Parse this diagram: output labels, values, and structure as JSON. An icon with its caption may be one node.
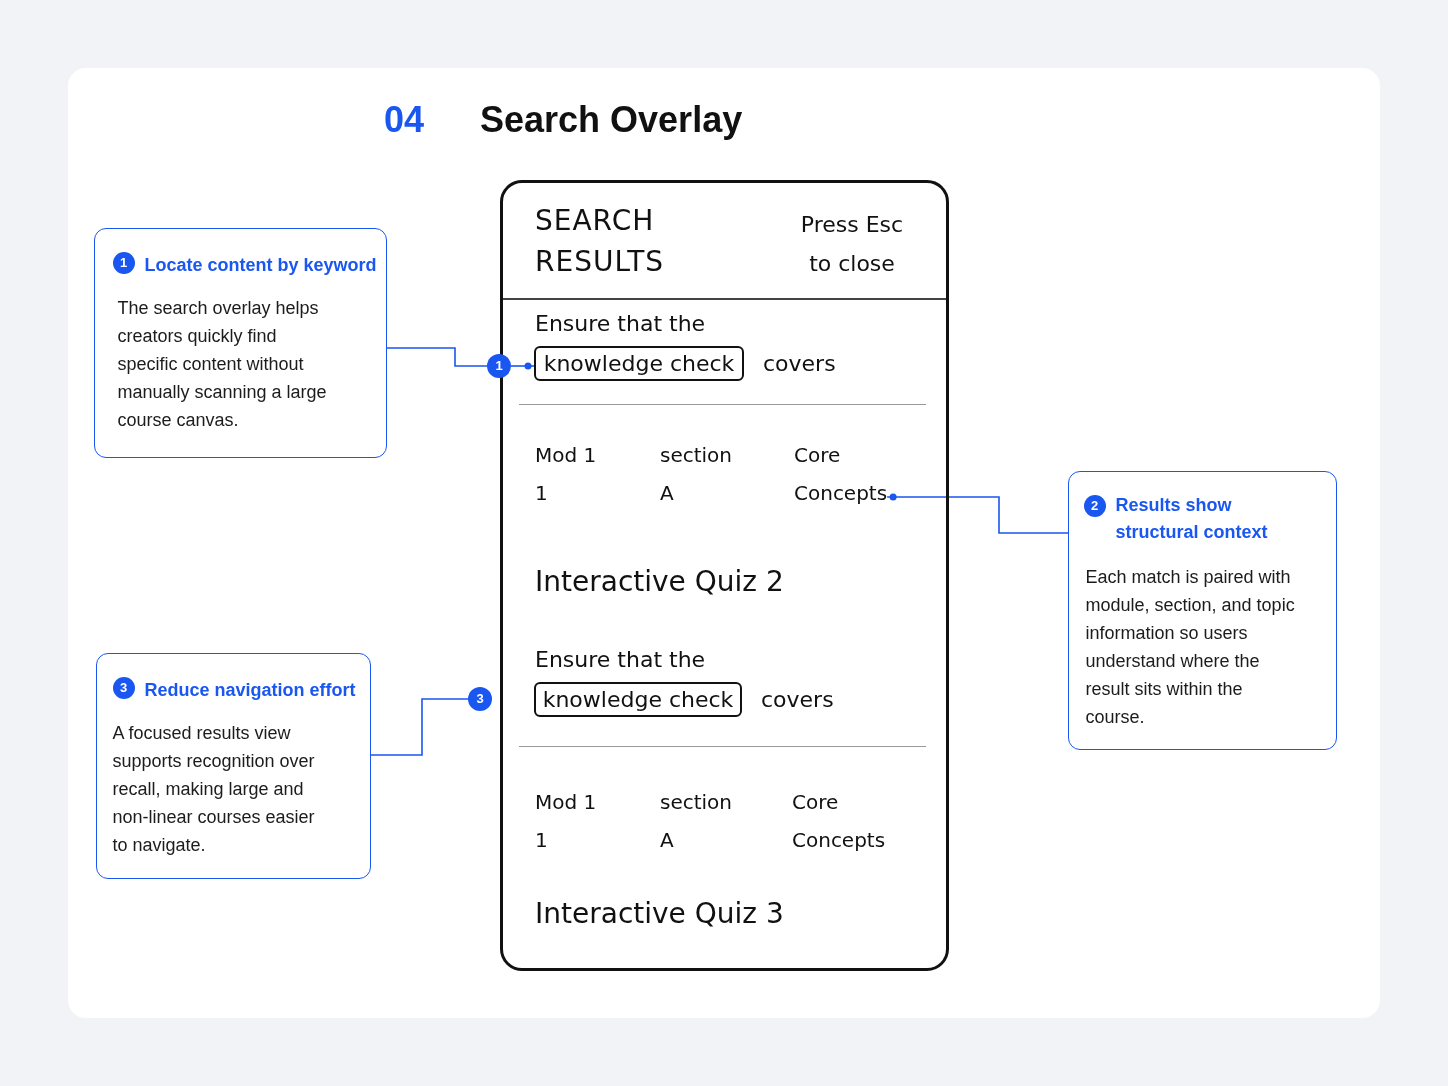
{
  "diagram": {
    "title": "Search Overlay",
    "nodes": [
      {
        "text": [
          "SEARCH RESULTS",
          "Press Esc to close",
          "Ensure that the",
          "covers",
          "Mod 1 1",
          "section A",
          "Interactive Quiz 2",
          "Ensure that the",
          "covers",
          "Mod 1 1",
          "section A",
          "Core Concepts",
          "Interactive Quiz 3"
        ]
      },
      {
        "text": [
          "knowledge check"
        ],
        "in": 0
      },
      {
        "text": [
          "Core Concepts"
        ],
        "in": 0
      },
      {
        "text": [
          "knowledge check"
        ],
        "in": 0
      },
      {
        "text": [
          "1"
        ]
      },
      {
        "text": [
          "3"
        ]
      },
      {
        "text": [
          "Locate content by keyword",
          "The search overlay helps creators quickly find specific content without manually scanning a large course canvas."
        ]
      },
      {
        "text": [
          "1"
        ],
        "in": 6
      },
      {
        "text": [
          "Results show structural context",
          "Each match is paired with module, section, and topic information so users understand where the result sits within the course."
        ]
      },
      {
        "text": [
          "2"
        ],
        "in": 8
      },
      {
        "text": [
          "Reduce navigation effort",
          "A focused results view supports recognition over recall, making large and non-linear courses easier to navigate."
        ]
      },
      {
        "text": [
          "3"
        ],
        "in": 10
      }
    ],
    "edges": [
      {
        "from": 6,
        "to": 4,
        "arrow": "none"
      },
      {
        "from": 4,
        "to": 1,
        "arrow": "other"
      },
      {
        "from": 8,
        "to": 2,
        "arrow": "other"
      },
      {
        "from": 10,
        "to": 5,
        "arrow": "none"
      }
    ],
    "labels": [
      "04"
    ]
  }
}
